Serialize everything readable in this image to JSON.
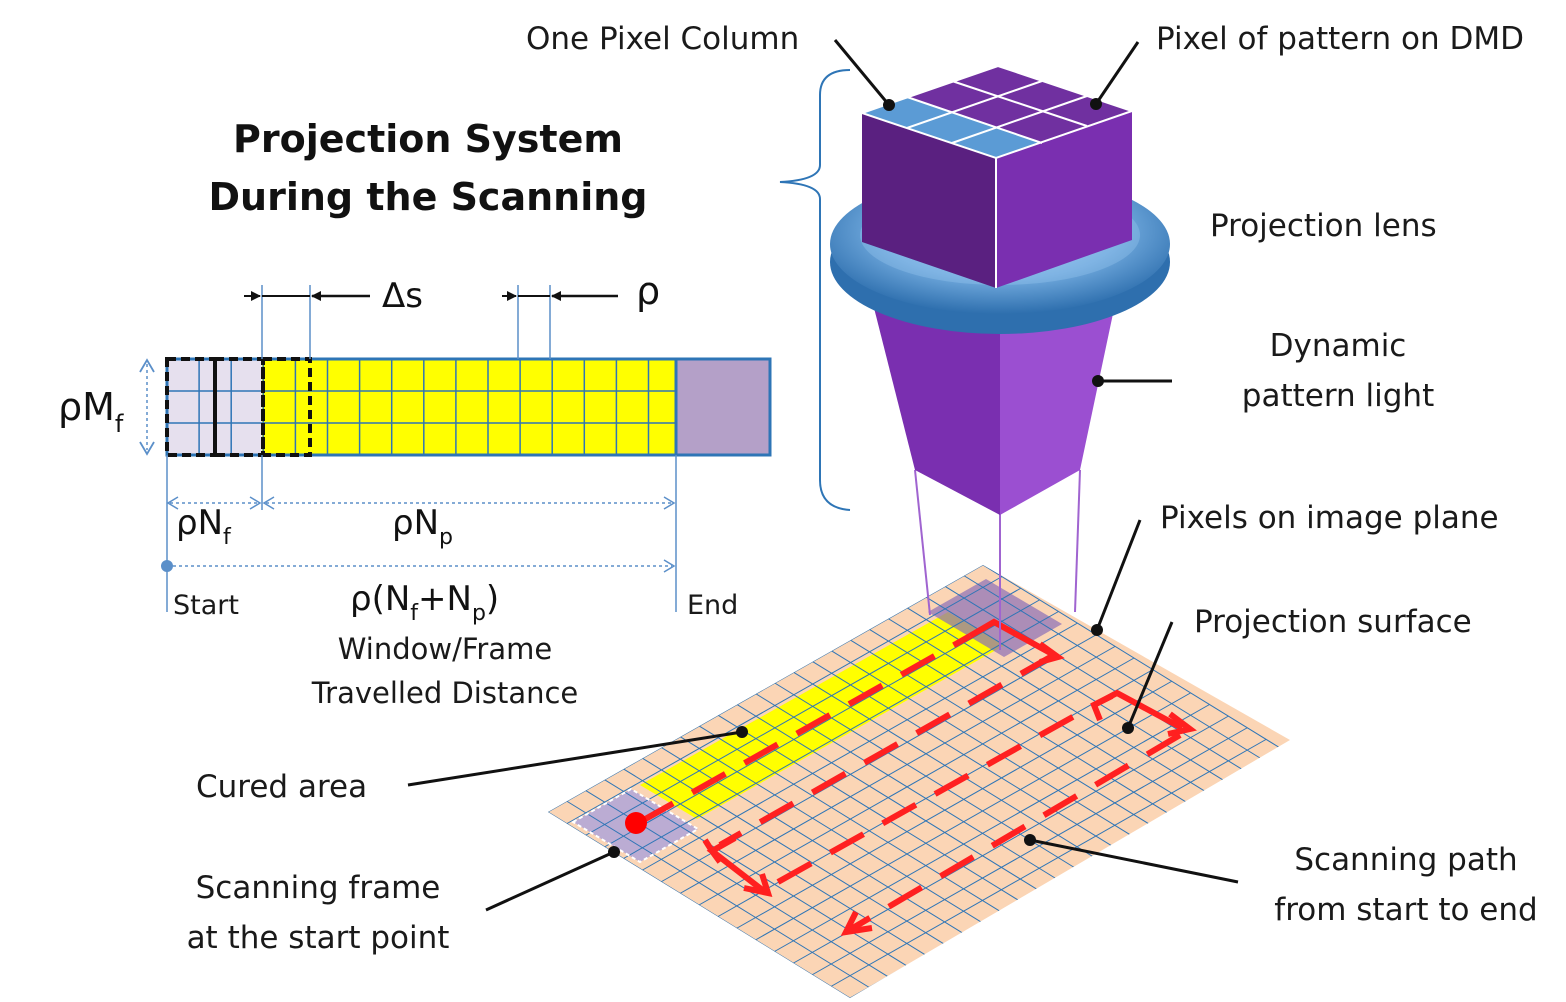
{
  "title": {
    "line1": "Projection System",
    "line2": "During the Scanning"
  },
  "schematic": {
    "delta_s": "Δs",
    "rho": "ρ",
    "rho_mf_main": "ρM",
    "rho_mf_sub": "f",
    "rho_nf_main": "ρN",
    "rho_nf_sub": "f",
    "rho_np_main": "ρN",
    "rho_np_sub": "p",
    "total_a": "ρ(N",
    "total_sub1": "f",
    "total_b": "+N",
    "total_sub2": "p",
    "total_c": ")",
    "start": "Start",
    "end": "End",
    "caption_line1": "Window/Frame",
    "caption_line2": "Travelled Distance"
  },
  "labels": {
    "one_pixel_column": "One Pixel Column",
    "pixel_of_pattern": "Pixel of pattern on DMD",
    "projection_lens": "Projection lens",
    "dynamic_line1": "Dynamic",
    "dynamic_line2": "pattern light",
    "pixels_on_image_plane": "Pixels on image plane",
    "projection_surface": "Projection surface",
    "cured_area": "Cured area",
    "scanning_frame_line1": "Scanning frame",
    "scanning_frame_line2": "at the start point",
    "scanning_path_line1": "Scanning path",
    "scanning_path_line2": "from start to end"
  },
  "colors": {
    "cured_yellow": "#ffff00",
    "dmd_purple": "#7030a0",
    "grid_blue": "#2e75b6",
    "surface_peach": "#fbd5b5",
    "path_red": "#ff0000",
    "frame_lilac": "#b4a7d6"
  }
}
